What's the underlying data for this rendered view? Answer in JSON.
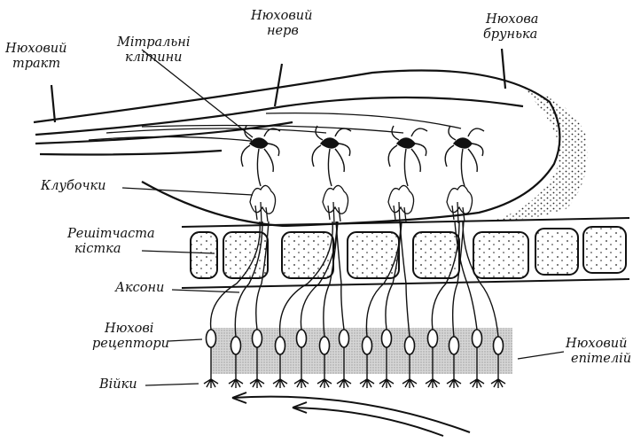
{
  "labels": {
    "olfactory_tract_1": "Нюховий",
    "olfactory_tract_2": "тракт",
    "mitral_cells_1": "Мітральні",
    "mitral_cells_2": "клітини",
    "olfactory_nerve_1": "Нюховий",
    "olfactory_nerve_2": "нерв",
    "olfactory_bulb_1": "Нюхова",
    "olfactory_bulb_2": "брунька",
    "glomeruli": "Клубочки",
    "cribriform_plate_1": "Решітчаста",
    "cribriform_plate_2": "кістка",
    "axons": "Аксони",
    "receptors_1": "Нюхові",
    "receptors_2": "рецептори",
    "cilia": "Війки",
    "epithelium_1": "Нюховий",
    "epithelium_2": "епітелій"
  },
  "colors": {
    "ink": "#111111",
    "epithelium_shade": "#c8c8c8",
    "background": "#ffffff"
  }
}
